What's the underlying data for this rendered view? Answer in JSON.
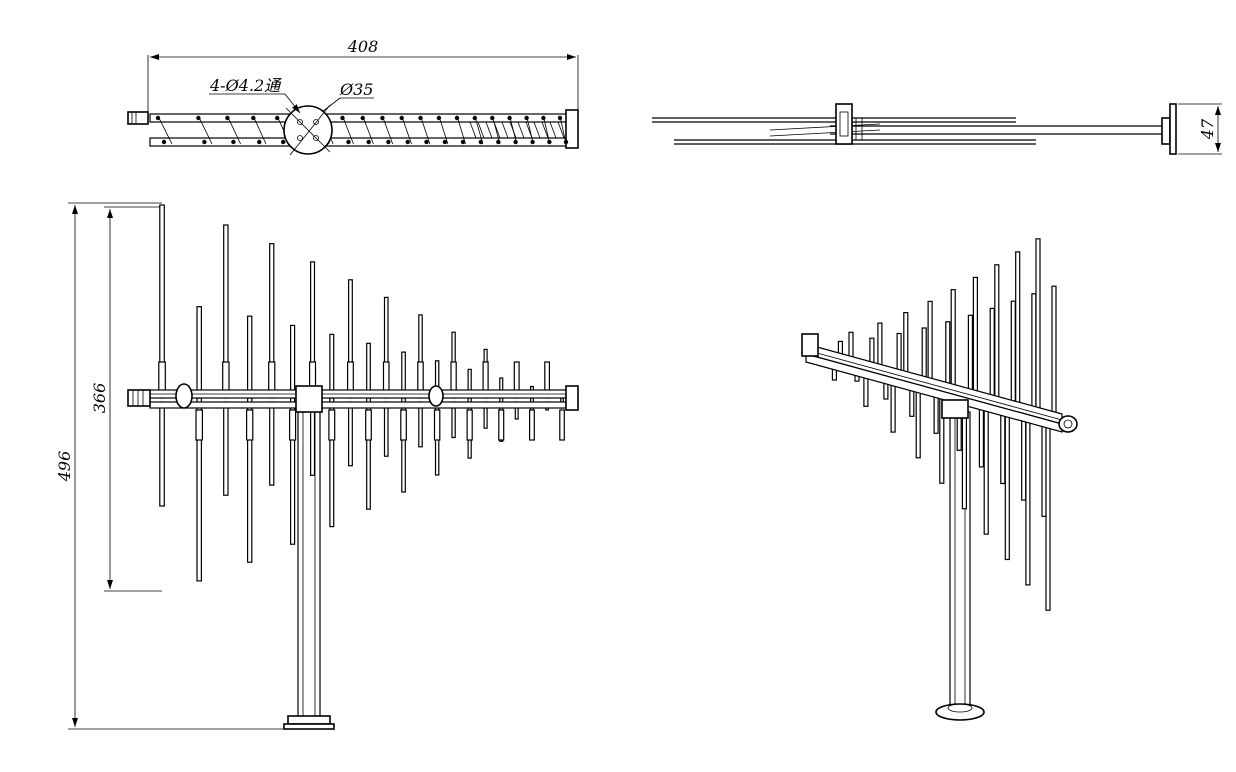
{
  "dimensions": {
    "overall_length": "408",
    "mount_holes": "4-Ø4.2通",
    "flange_diameter": "Ø35",
    "side_height": "47",
    "element_span": "366",
    "overall_height": "496"
  },
  "colors": {
    "line": "#000000",
    "background": "#ffffff"
  }
}
